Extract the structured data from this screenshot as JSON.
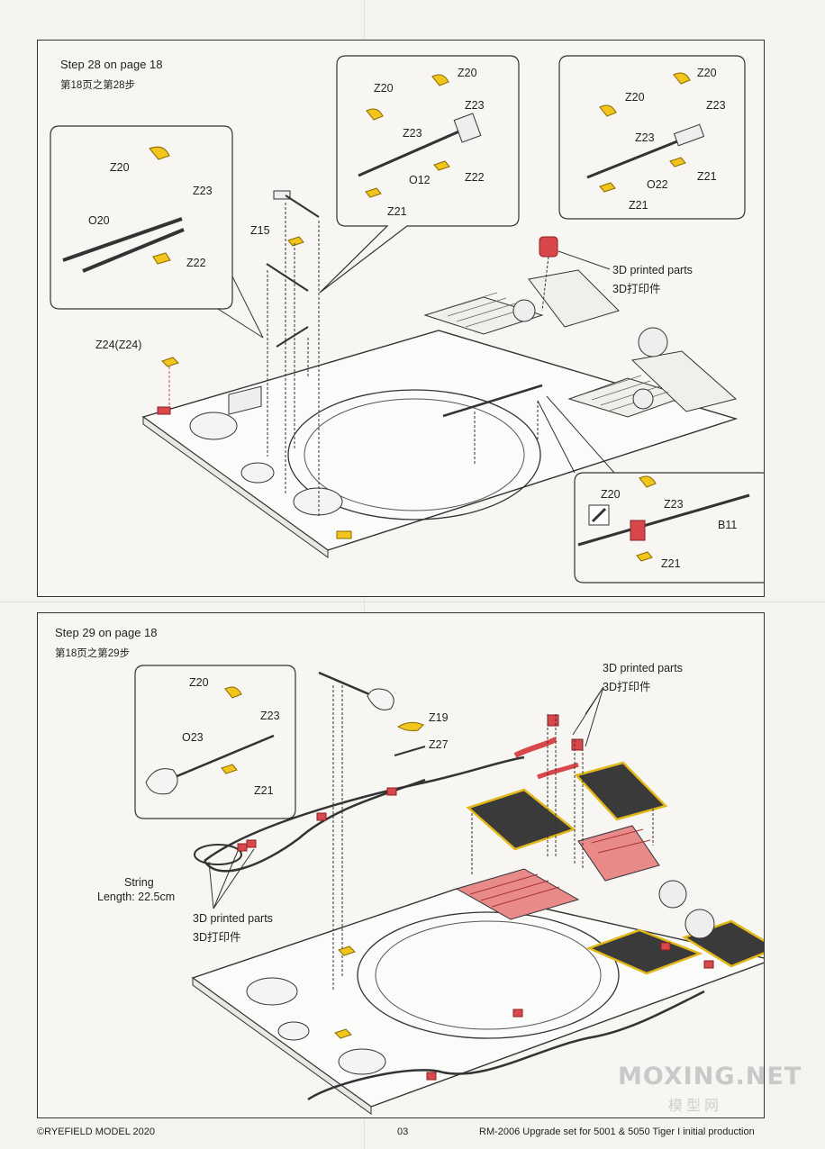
{
  "step28": {
    "title": "Step 28 on page 18",
    "subtitle": "第18页之第28步",
    "callout_left": {
      "labels": [
        "Z20",
        "Z23",
        "O20",
        "Z22"
      ]
    },
    "callout_mid": {
      "labels": [
        "Z20",
        "Z20",
        "Z23",
        "Z23",
        "O12",
        "Z22",
        "Z21"
      ]
    },
    "callout_right": {
      "labels": [
        "Z20",
        "Z20",
        "Z23",
        "Z23",
        "O22",
        "Z21",
        "Z21"
      ]
    },
    "callout_bottom": {
      "labels": [
        "Z20",
        "Z23",
        "B11",
        "Z21"
      ]
    },
    "parts": {
      "z15": "Z15",
      "z24": "Z24(Z24)"
    },
    "printed": {
      "en": "3D printed parts",
      "cn": "3D打印件"
    }
  },
  "step29": {
    "title": "Step 29 on page 18",
    "subtitle": "第18页之第29步",
    "callout": {
      "labels": [
        "Z20",
        "Z23",
        "O23",
        "Z21"
      ]
    },
    "parts": {
      "z19": "Z19",
      "z27": "Z27"
    },
    "printed_top": {
      "en": "3D printed parts",
      "cn": "3D打印件"
    },
    "printed_left": {
      "en": "3D printed parts",
      "cn": "3D打印件"
    },
    "string": {
      "line1": "String",
      "line2": "Length: 22.5cm"
    }
  },
  "footer": {
    "copyright": "©RYEFIELD MODEL 2020",
    "page": "03",
    "product": "RM-2006 Upgrade set for 5001 & 5050 Tiger I initial production"
  },
  "watermark": {
    "main": "MOXING.NET",
    "sub": "模型网"
  },
  "colors": {
    "yellow": "#f2c51d",
    "red": "#d8474a",
    "line": "#333333"
  }
}
